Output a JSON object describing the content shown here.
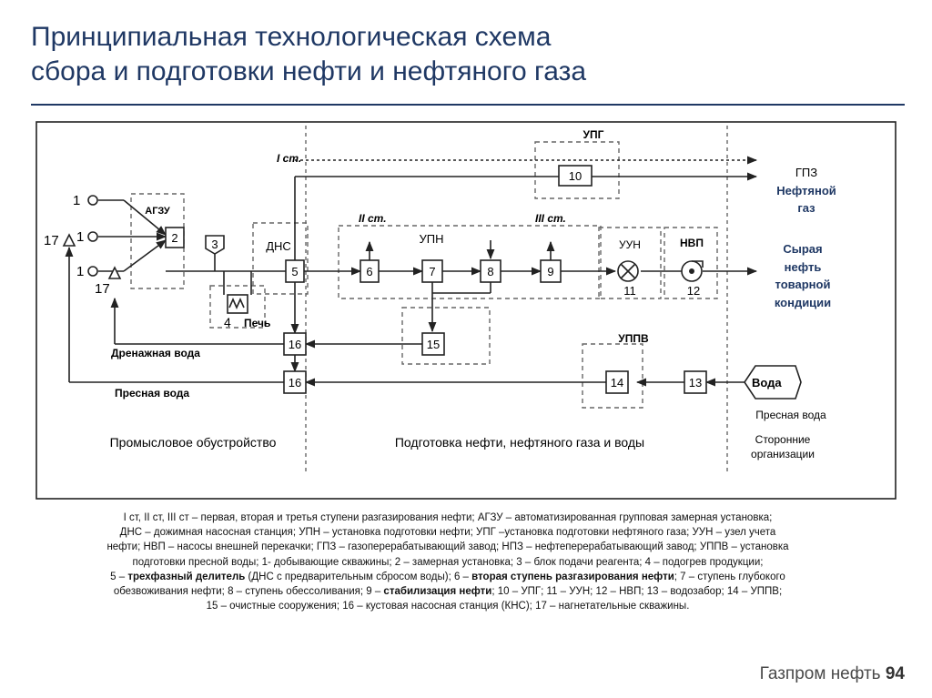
{
  "title": {
    "line1": "Принципиальная технологическая схема",
    "line2": "сбора и подготовки нефти и нефтяного газа"
  },
  "diagram": {
    "stages": {
      "st1": "I ст.",
      "st2": "II ст.",
      "st3": "III ст."
    },
    "units": {
      "agzu": "АГЗУ",
      "dns": "ДНС",
      "upn": "УПН",
      "upg": "УПГ",
      "uun": "УУН",
      "nvp": "НВП",
      "uppv": "УППВ",
      "pech": "Печь"
    },
    "nodes": {
      "n1a": "1",
      "n1b": "1",
      "n1c": "1",
      "n2": "2",
      "n3": "3",
      "n4": "4",
      "n5": "5",
      "n6": "6",
      "n7": "7",
      "n8": "8",
      "n9": "9",
      "n10": "10",
      "n11": "11",
      "n12": "12",
      "n13": "13",
      "n14": "14",
      "n15": "15",
      "n16a": "16",
      "n16b": "16",
      "n17a": "17",
      "n17b": "17"
    },
    "labels": {
      "gpz": "ГПЗ",
      "gas_line1": "Нефтяной",
      "gas_line2": "газ",
      "oil_line1": "Сырая",
      "oil_line2": "нефть",
      "oil_line3": "товарной",
      "oil_line4": "кондиции",
      "drain_water": "Дренажная вода",
      "fresh_water": "Пресная вода",
      "water": "Вода",
      "fresh_water_src": "Пресная вода",
      "zone_field": "Промысловое обустройство",
      "zone_prep": "Подготовка нефти, нефтяного газа и воды",
      "zone_ext_line1": "Сторонние",
      "zone_ext_line2": "организации"
    }
  },
  "legend": {
    "l1": "I ст, II ст, III ст – первая, вторая и третья ступени разгазирования нефти; АГЗУ – автоматизированная групповая замерная установка;",
    "l2": "ДНС – дожимная насосная станция; УПН – установка подготовки нефти; УПГ –установка подготовки нефтяного газа; УУН – узел учета",
    "l3": "нефти; НВП – насосы внешней перекачки; ГПЗ – газоперерабатывающий завод; НПЗ – нефтеперерабатывающий завод; УППВ – установка",
    "l4": "подготовки пресной воды; 1- добывающие скважины; 2 – замерная установка; 3 – блок подачи реагента; 4 – подогрев продукции;",
    "l5_a": "5 – ",
    "l5_b": "трехфазный делитель",
    "l5_c": " (ДНС с предварительным сбросом воды); 6 – ",
    "l5_d": "вторая ступень разгазирования нефти",
    "l5_e": "; 7 – ступень глубокого",
    "l6_a": "обезвоживания нефти; 8 – ступень обессоливания; 9 – ",
    "l6_b": "стабилизация нефти",
    "l6_c": "; 10 – УПГ; 11 – УУН; 12 – НВП; 13 – водозабор; 14 – УППВ;",
    "l7": "15 – очистные сооружения; 16 – кустовая насосная станция (КНС); 17 – нагнетательные скважины."
  },
  "footer": {
    "brand": "Газпром нефть",
    "page": "94"
  }
}
